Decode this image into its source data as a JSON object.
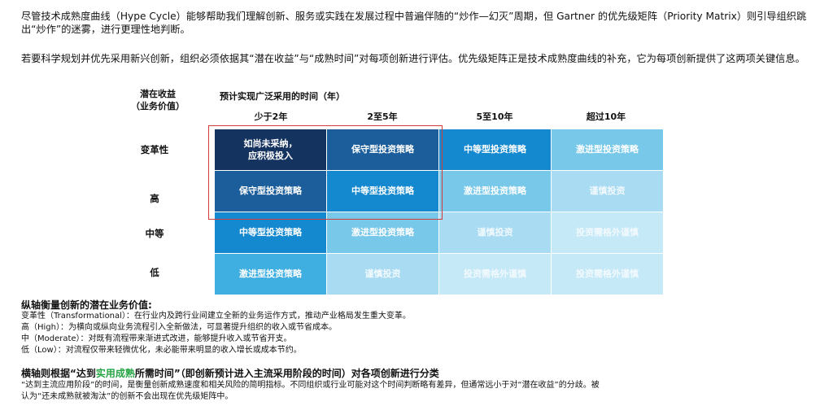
{
  "intro": {
    "p1": "尽管技术成熟度曲线（Hype Cycle）能够帮助我们理解创新、服务或实践在发展过程中普遍伴随的“炒作—幻灭”周期，但 Gartner 的优先级矩阵（Priority Matrix）则引导组织跳出“炒作”的迷雾，进行更理性地判断。",
    "p2": "若要科学规划并优先采用新兴创新，组织必须依据其“潜在收益”与“成熟时间”对每项创新进行评估。优先级矩阵正是技术成熟度曲线的补充，它为每项创新提供了这两项关键信息。"
  },
  "matrix": {
    "vertical_header": "潜在收益\n（业务价值）",
    "time_header": "预计实现广泛采用的时间（年）",
    "columns": [
      "少于2年",
      "2至5年",
      "5至10年",
      "超过10年"
    ],
    "rows": [
      {
        "label": "变革性",
        "cells": [
          "如尚未采纳，\n应积极投入",
          "保守型投资策略",
          "中等型投资策略",
          "激进型投资策略"
        ]
      },
      {
        "label": "高",
        "cells": [
          "保守型投资策略",
          "中等型投资策略",
          "激进型投资策略",
          "谨慎投资"
        ]
      },
      {
        "label": "中等",
        "cells": [
          "中等型投资策略",
          "激进型投资策略",
          "谨慎投资",
          "投资需格外谨慎"
        ]
      },
      {
        "label": "低",
        "cells": [
          "激进型投资策略",
          "谨慎投资",
          "投资需格外谨慎",
          "投资需格外谨慎"
        ]
      }
    ]
  },
  "vertical_axis": {
    "title": "纵轴衡量创新的潜在业务价值:",
    "defs": [
      "变革性（Transformational）：在行业内及跨行业间建立全新的业务运作方式，推动产业格局发生重大变革。",
      "高（High）：为横向或纵向业务流程引入全新做法，可显著提升组织的收入或节省成本。",
      "中（Moderate）：对既有流程带来渐进式改进，能够提升收入或节省开支。",
      "低（Low）：对流程仅带来轻微优化，未必能带来明显的收入增长或成本节约。"
    ]
  },
  "horizontal_axis": {
    "title_pre": "横轴则根据“达到",
    "title_hl": "实用成熟",
    "title_post": "所需时间”（即创新预计进入主流采用阶段的时间）对各项创新进行分类",
    "desc1": "“达到主流应用阶段”的时间，是衡量创新成熟速度和相关风险的简明指标。不同组织或行业可能对这个时间判断略有差异，但通常远小于对“潜在收益”的分歧。被",
    "desc2": "认为“还未成熟就被淘汰”的创新不会出现在优先级矩阵中。"
  }
}
